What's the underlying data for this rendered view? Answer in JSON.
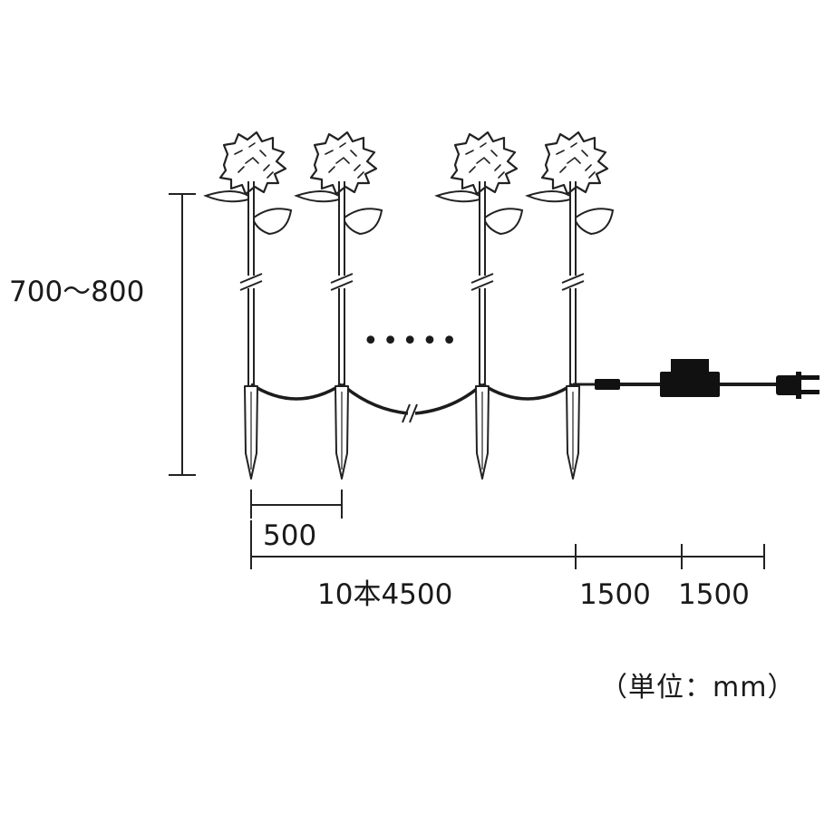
{
  "dimensions": {
    "height_label": "700～800",
    "spacing_label": "500",
    "total_length_label": "10本4500",
    "cord_segment_1_label": "1500",
    "cord_segment_2_label": "1500"
  },
  "unit_note": "（単位：mm）",
  "ellipsis": "•••••",
  "colors": {
    "line": "#222222",
    "cord": "#1c1c1c",
    "controller": "#111111",
    "background": "#ffffff"
  },
  "icons": {
    "flower": "flower-stake-icon",
    "plug": "power-plug-icon",
    "controller": "controller-box-icon"
  }
}
